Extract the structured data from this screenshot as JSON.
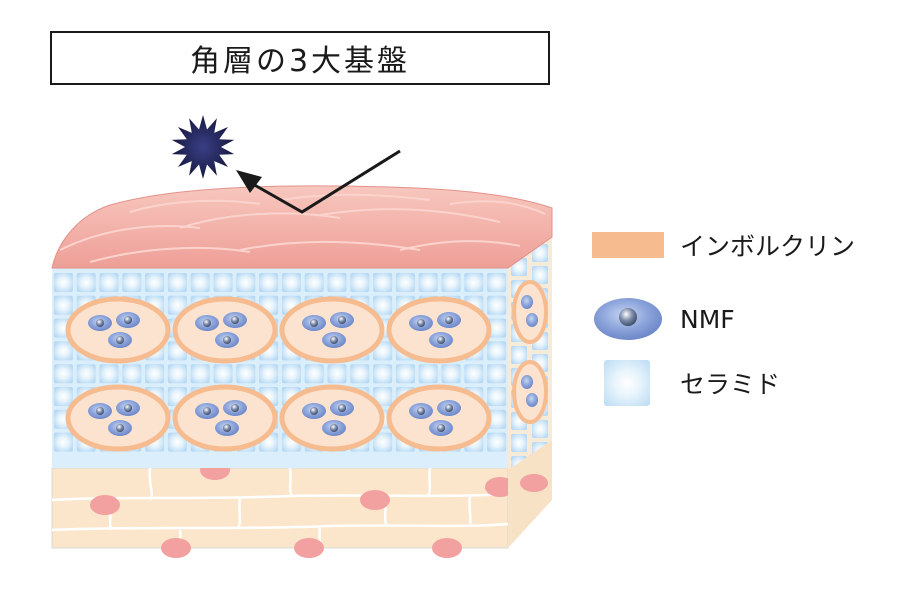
{
  "title": "角層の3大基盤",
  "legend": [
    {
      "label": "インボルクリン",
      "color": "#f6bb8f",
      "icon": "involucrin-swatch"
    },
    {
      "label": "NMF",
      "color": "#7f9bd6",
      "icon": "nmf-ellipse"
    },
    {
      "label": "セラミド",
      "color": "#c3e0f6",
      "icon": "ceramide-square"
    }
  ],
  "colors": {
    "stratum_corneum_surface": "#f3a8a0",
    "ceramide": "#c3e0f6",
    "involucrin": "#f6bb8f",
    "nmf": "#7f9bd6",
    "lower_layer_fill": "#fbe6cc",
    "lower_layer_nucleus": "#f2a0a0",
    "irritant": "#1f2150"
  }
}
